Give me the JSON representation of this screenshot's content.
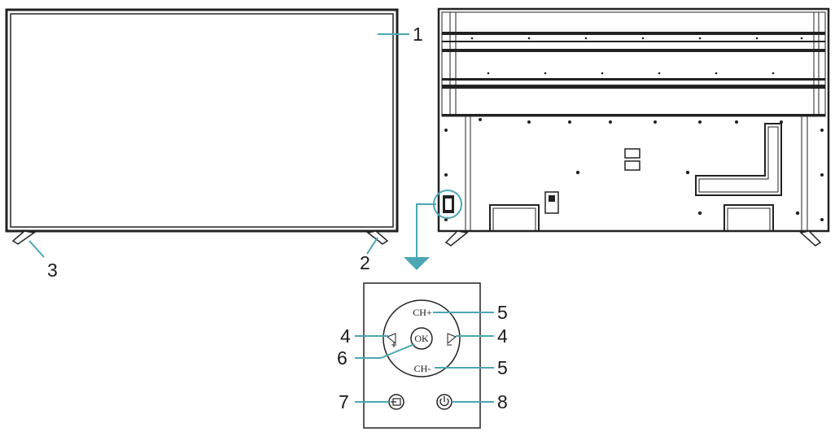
{
  "diagram": {
    "front_view": {
      "callouts": {
        "screen": "1",
        "stand_right": "2",
        "stand_left": "3"
      }
    },
    "control_panel": {
      "buttons": {
        "channel_up": "CH+",
        "channel_down": "CH-",
        "ok": "OK"
      },
      "icons": {
        "volume_up": "volume-plus-icon",
        "volume_down": "volume-minus-icon",
        "source": "input-source-icon",
        "power": "power-icon"
      },
      "callouts": {
        "channel_up": "5",
        "volume_left": "4",
        "volume_right": "4",
        "ok": "6",
        "channel_down": "5",
        "source": "7",
        "power": "8"
      }
    },
    "colors": {
      "line": "#222222",
      "accent": "#4aa7b3"
    }
  }
}
